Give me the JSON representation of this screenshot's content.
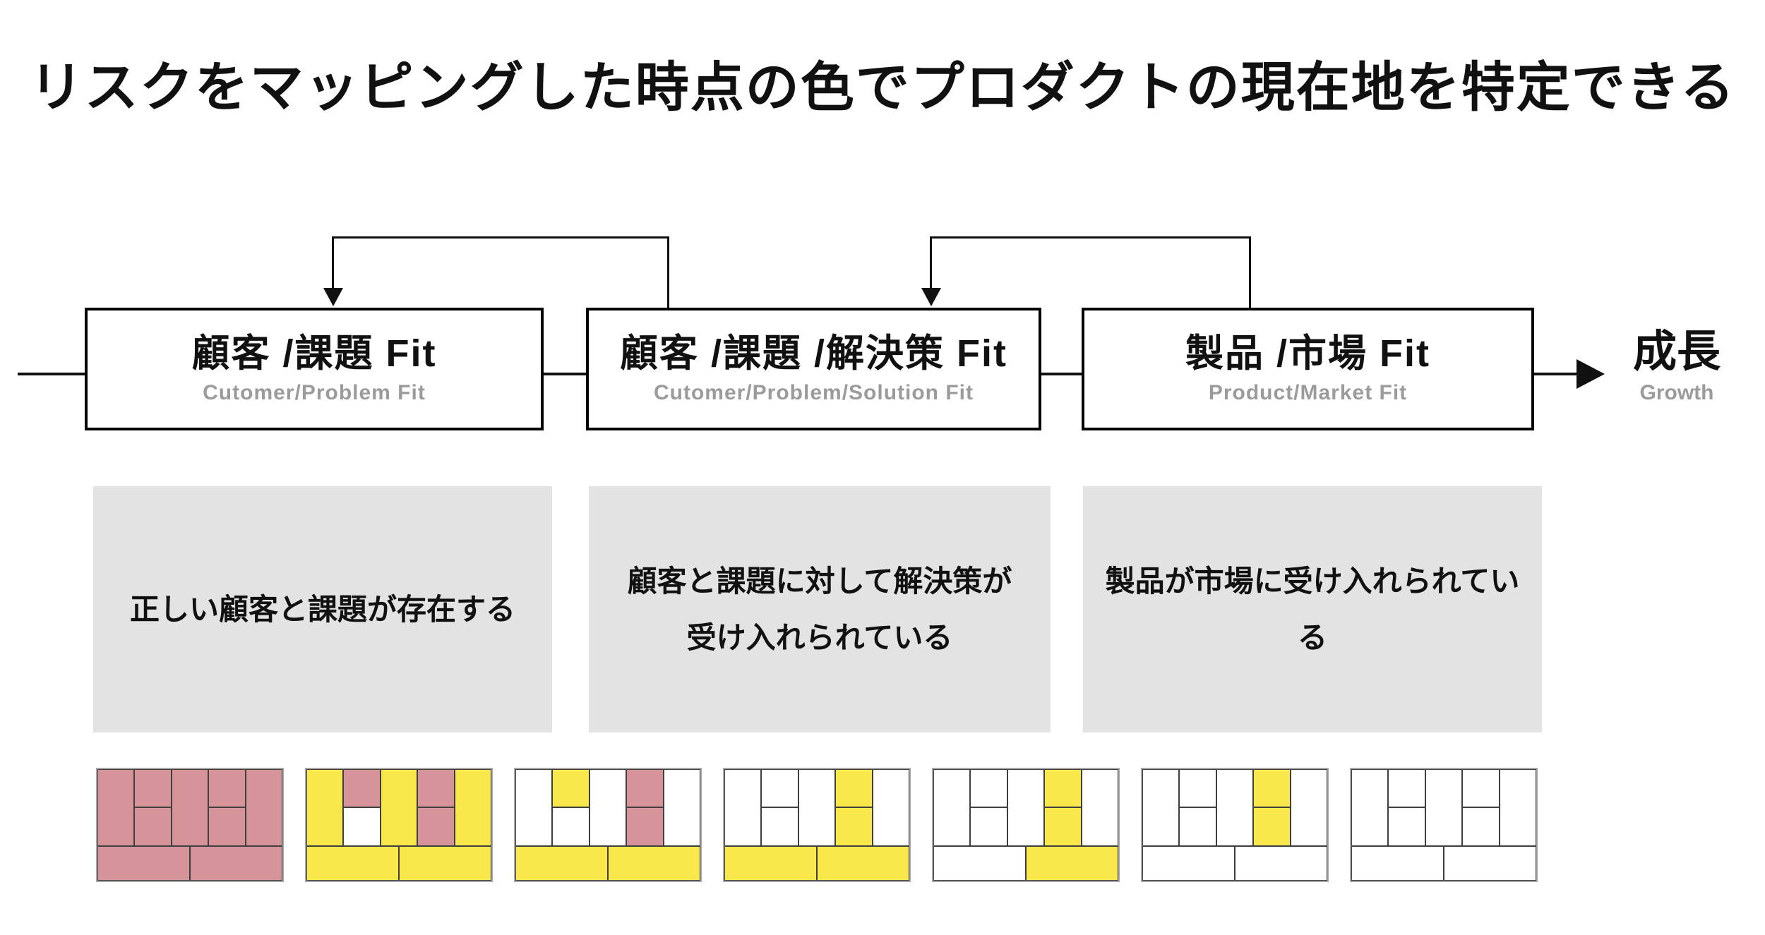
{
  "page": {
    "title": "リスクをマッピングした時点の色でプロダクトの現在地を特定できる"
  },
  "palette": {
    "pink": "#D6939A",
    "yellow": "#F8E84B",
    "white": "#FFFFFF",
    "box_border": "#000000",
    "line": "#111111",
    "gray_box": "#E3E3E3",
    "muted_text": "#9B9B9B",
    "canvas_frame": "#A6A6A6",
    "canvas_grid_line": "#3F3F3F"
  },
  "stages": [
    {
      "title": "顧客 /課題 Fit",
      "subtitle": "Cutomer/Problem Fit",
      "description": "正しい顧客と課題が存在する"
    },
    {
      "title": "顧客 /課題 /解決策 Fit",
      "subtitle": "Cutomer/Problem/Solution Fit",
      "description": "顧客と課題に対して解決策が\n受け入れられている"
    },
    {
      "title": "製品 /市場 Fit",
      "subtitle": "Product/Market Fit",
      "description": "製品が市場に受け入れられている"
    }
  ],
  "growth": {
    "title": "成長",
    "subtitle": "Growth"
  },
  "canvases": [
    {
      "cells": {
        "c1": "pink",
        "c2t": "pink",
        "c2b": "pink",
        "c3": "pink",
        "c4t": "pink",
        "c4b": "pink",
        "c5": "pink",
        "bl": "pink",
        "br": "pink"
      }
    },
    {
      "cells": {
        "c1": "yellow",
        "c2t": "pink",
        "c2b": "white",
        "c3": "yellow",
        "c4t": "pink",
        "c4b": "pink",
        "c5": "yellow",
        "bl": "yellow",
        "br": "yellow"
      }
    },
    {
      "cells": {
        "c1": "white",
        "c2t": "yellow",
        "c2b": "white",
        "c3": "white",
        "c4t": "pink",
        "c4b": "pink",
        "c5": "white",
        "bl": "yellow",
        "br": "yellow"
      }
    },
    {
      "cells": {
        "c1": "white",
        "c2t": "white",
        "c2b": "white",
        "c3": "white",
        "c4t": "yellow",
        "c4b": "yellow",
        "c5": "white",
        "bl": "yellow",
        "br": "yellow"
      }
    },
    {
      "cells": {
        "c1": "white",
        "c2t": "white",
        "c2b": "white",
        "c3": "white",
        "c4t": "yellow",
        "c4b": "yellow",
        "c5": "white",
        "bl": "white",
        "br": "yellow"
      }
    },
    {
      "cells": {
        "c1": "white",
        "c2t": "white",
        "c2b": "white",
        "c3": "white",
        "c4t": "yellow",
        "c4b": "yellow",
        "c5": "white",
        "bl": "white",
        "br": "white"
      }
    },
    {
      "cells": {
        "c1": "white",
        "c2t": "white",
        "c2b": "white",
        "c3": "white",
        "c4t": "white",
        "c4b": "white",
        "c5": "white",
        "bl": "white",
        "br": "white"
      }
    }
  ]
}
